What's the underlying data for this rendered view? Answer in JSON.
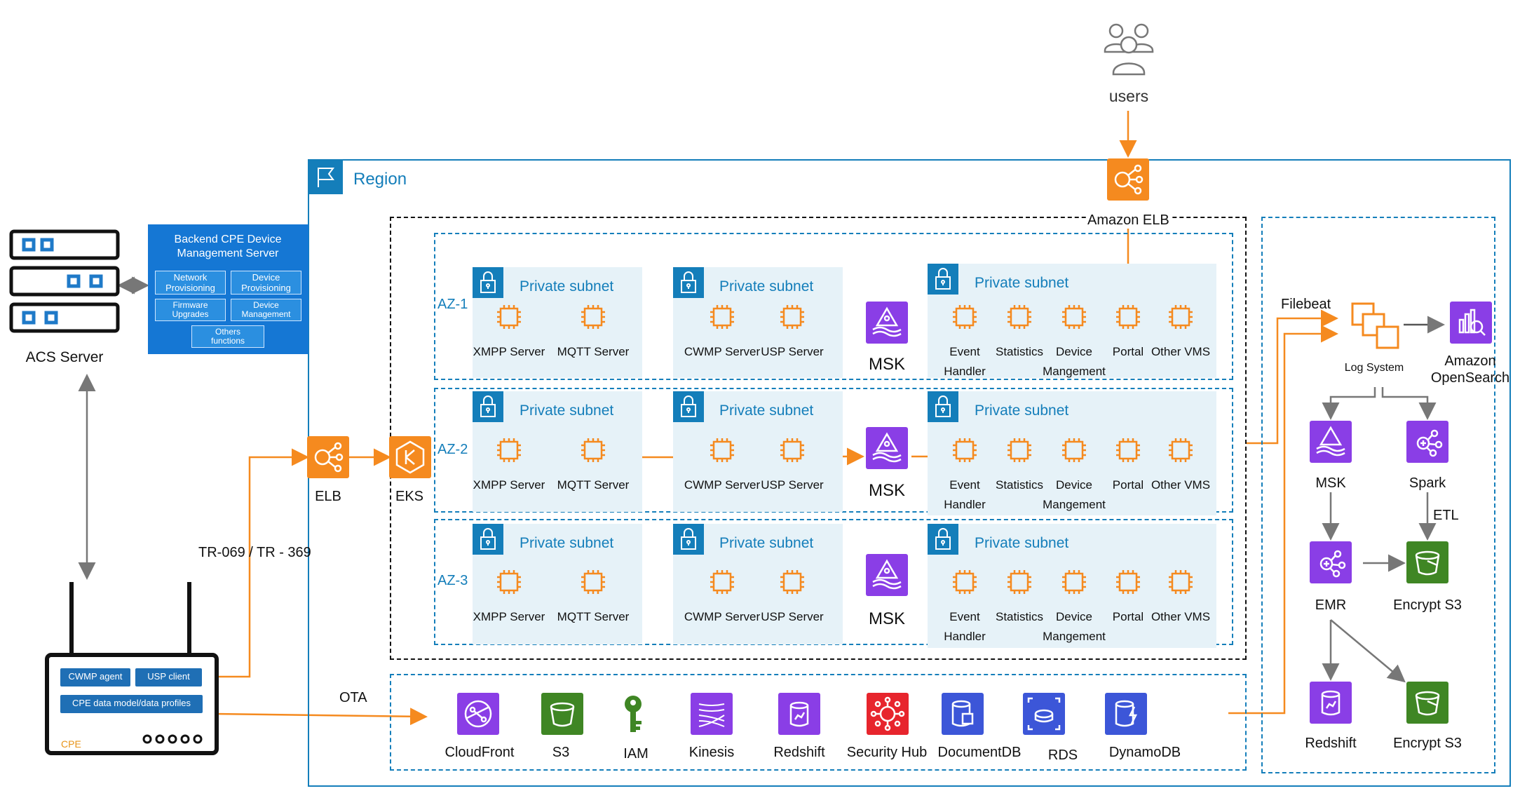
{
  "users_label": "users",
  "region_label": "Region",
  "amazon_elb_label": "Amazon ELB",
  "acs_server_label": "ACS Server",
  "backend": {
    "title_line1": "Backend CPE Device",
    "title_line2": "Management Server",
    "buttons": [
      {
        "line1": "Network",
        "line2": "Provisioning"
      },
      {
        "line1": "Device",
        "line2": "Provisioning"
      },
      {
        "line1": "Firmware",
        "line2": "Upgrades"
      },
      {
        "line1": "Device",
        "line2": "Management"
      },
      {
        "line1": "Others",
        "line2": "functions"
      }
    ]
  },
  "cpe": {
    "cwmp_agent": "CWMP agent",
    "usp_client": "USP client",
    "data_model": "CPE data model/data profiles",
    "label": "CPE"
  },
  "protocol_label": "TR-069 / TR - 369",
  "ota_label": "OTA",
  "elb_label": "ELB",
  "eks_label": "EKS",
  "subnet_title": "Private subnet",
  "az": [
    {
      "label": "AZ-1",
      "group1": [
        "XMPP Server",
        "MQTT Server"
      ],
      "group2": [
        "CWMP Server",
        "USP Server"
      ],
      "msk": "MSK",
      "group3": [
        "Event",
        "Statistics",
        "Device",
        "Portal",
        "Other VMS"
      ],
      "group3_sub": [
        "Handler",
        "Mangement"
      ]
    },
    {
      "label": "AZ-2",
      "group1": [
        "XMPP Server",
        "MQTT Server"
      ],
      "group2": [
        "CWMP Server",
        "USP Server"
      ],
      "msk": "MSK",
      "group3": [
        "Event",
        "Statistics",
        "Device",
        "Portal",
        "Other VMS"
      ],
      "group3_sub": [
        "Handler",
        "Mangement"
      ]
    },
    {
      "label": "AZ-3",
      "group1": [
        "XMPP Server",
        "MQTT Server"
      ],
      "group2": [
        "CWMP Server",
        "USP Server"
      ],
      "msk": "MSK",
      "group3": [
        "Event",
        "Statistics",
        "Device",
        "Portal",
        "Other VMS"
      ],
      "group3_sub": [
        "Handler",
        "Mangement"
      ]
    }
  ],
  "services": [
    "CloudFront",
    "S3",
    "IAM",
    "Kinesis",
    "Redshift",
    "Security Hub",
    "DocumentDB",
    "RDS",
    "DynamoDB"
  ],
  "analytics": {
    "filebeat": "Filebeat",
    "log_system": "Log System",
    "opensearch_line1": "Amazon",
    "opensearch_line2": "OpenSearch",
    "msk": "MSK",
    "spark": "Spark",
    "etl": "ETL",
    "emr": "EMR",
    "encrypt_s3_1": "Encrypt S3",
    "redshift": "Redshift",
    "encrypt_s3_2": "Encrypt S3"
  },
  "colors": {
    "aws_blue": "#147eba",
    "subnet_fill": "#e6f2f8",
    "orange": "#f58a1f",
    "purple": "#7a3ee0",
    "green": "#3f8624",
    "red": "#e7252d",
    "dark_blue": "#3c56d8"
  }
}
